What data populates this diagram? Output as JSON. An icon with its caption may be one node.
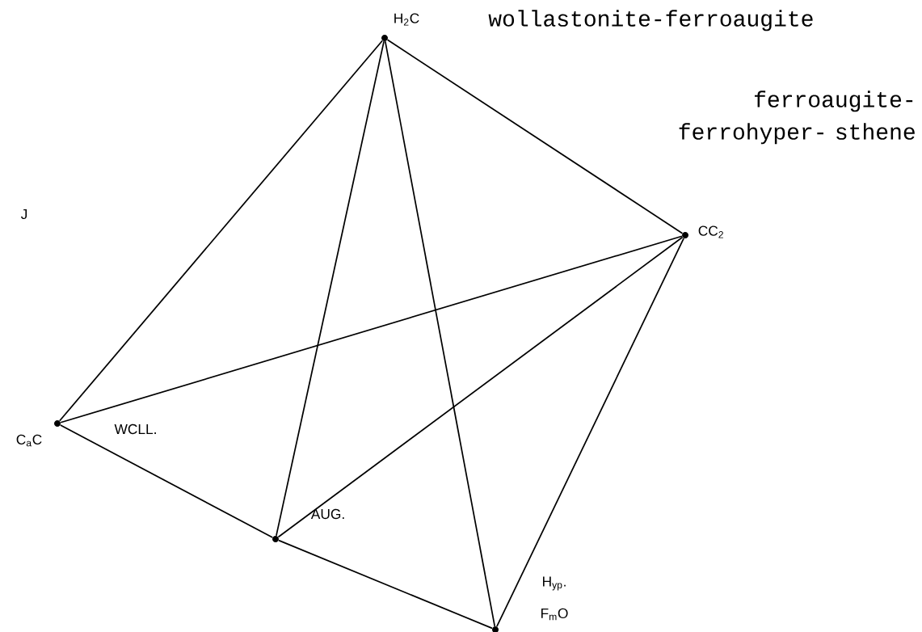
{
  "diagram": {
    "nodes": [
      {
        "text": [],
        "shape": "circle",
        "beside": [
          "H$_{2}$C"
        ]
      },
      {
        "text": [],
        "shape": "circle",
        "beside": [
          "CC$_{2}$"
        ]
      },
      {
        "text": [],
        "shape": "circle",
        "beside": [
          "C$_{a}$C",
          "WCLL."
        ]
      },
      {
        "text": [],
        "shape": "circle",
        "beside": [
          "AUG."
        ]
      },
      {
        "text": [],
        "shape": "circle",
        "beside": [
          "H$_{yp}$.",
          "F$_{m}$O"
        ]
      }
    ],
    "edges": [
      {
        "from": 0,
        "to": 2,
        "arrow": "none"
      },
      {
        "from": 0,
        "to": 3,
        "arrow": "none"
      },
      {
        "from": 0,
        "to": 4,
        "arrow": "none"
      },
      {
        "from": 0,
        "to": 1,
        "arrow": "none"
      },
      {
        "from": 1,
        "to": 2,
        "arrow": "none"
      },
      {
        "from": 1,
        "to": 3,
        "arrow": "none"
      },
      {
        "from": 1,
        "to": 4,
        "arrow": "none"
      },
      {
        "from": 2,
        "to": 3,
        "arrow": "none"
      },
      {
        "from": 3,
        "to": 4,
        "arrow": "none"
      }
    ],
    "labels": [
      "wollastonite-ferroaugite",
      "ferroaugite-ferrohyper- sthene",
      "J"
    ]
  }
}
